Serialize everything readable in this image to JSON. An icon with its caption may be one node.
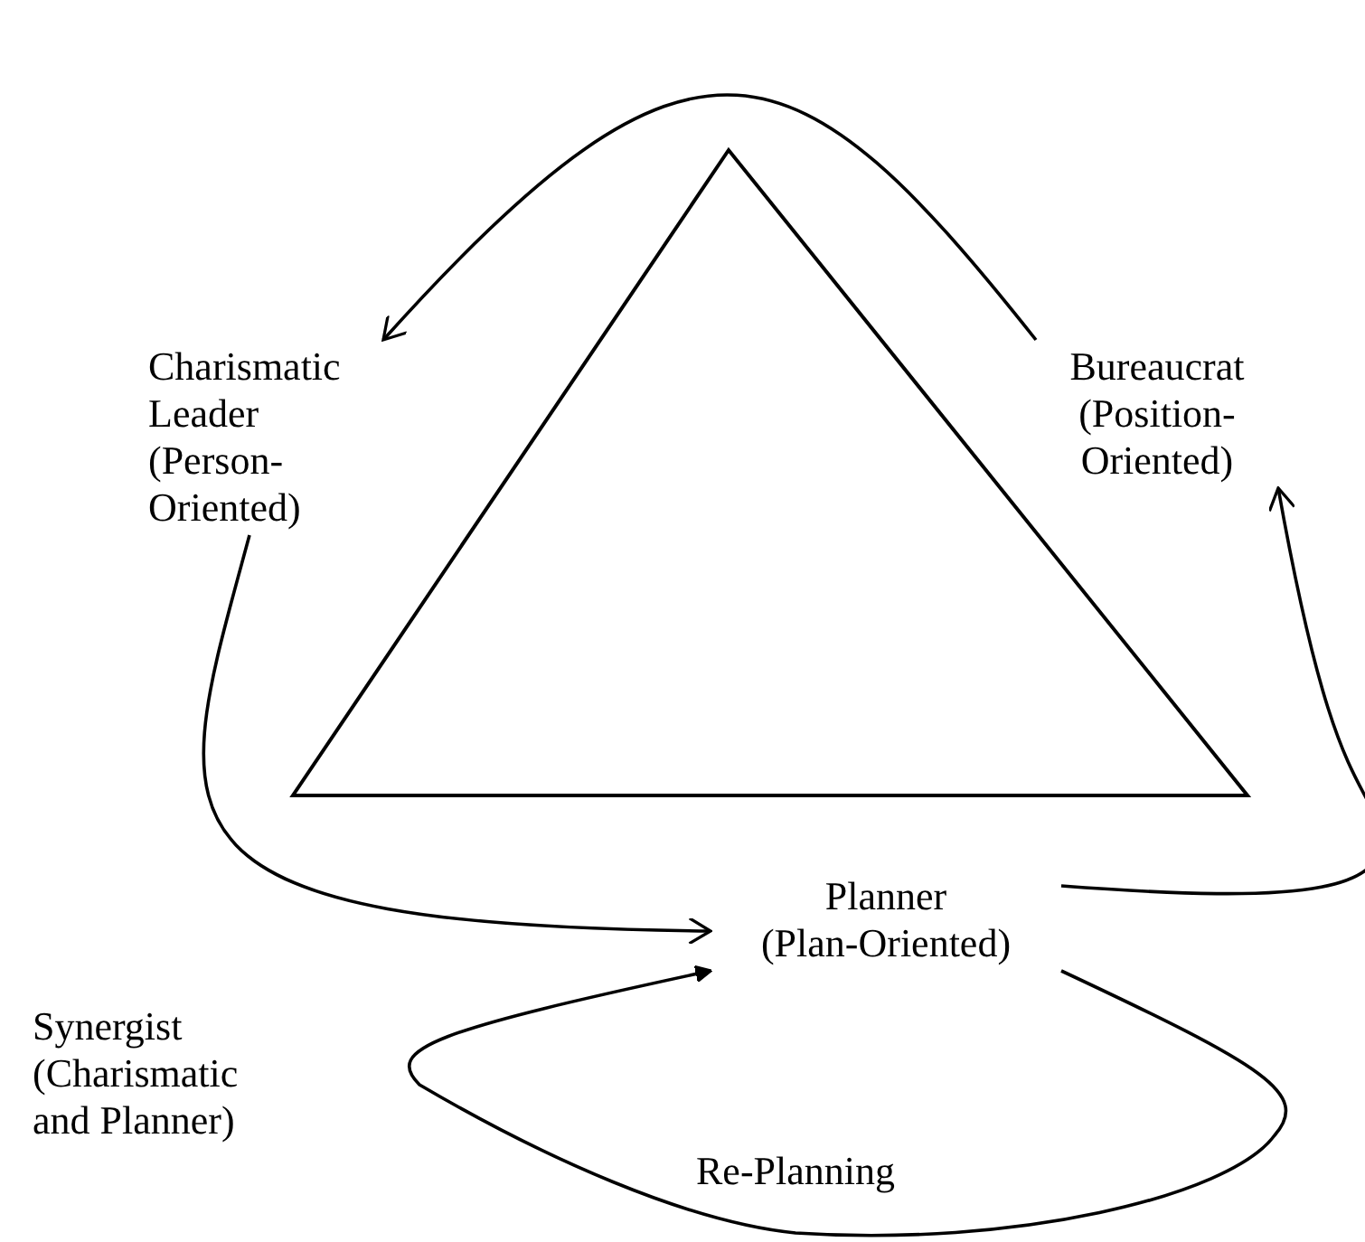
{
  "diagram": {
    "nodes": [
      {
        "text": [
          "Charismatic Leader (Person-Oriented)"
        ]
      },
      {
        "text": [
          "Bureaucrat (Position-Oriented)"
        ]
      },
      {
        "text": [
          "Planner (Plan-Oriented)"
        ]
      },
      {
        "text": [
          "Synergist (Charismatic and Planner)"
        ]
      }
    ],
    "edges": [
      {
        "from": 1,
        "to": 0,
        "arrow": "to"
      },
      {
        "from": 0,
        "to": 2,
        "arrow": "to"
      },
      {
        "from": 2,
        "to": 1,
        "arrow": "to"
      },
      {
        "from": 2,
        "to": 2,
        "label": "Re-Planning",
        "arrow": "to"
      }
    ]
  }
}
